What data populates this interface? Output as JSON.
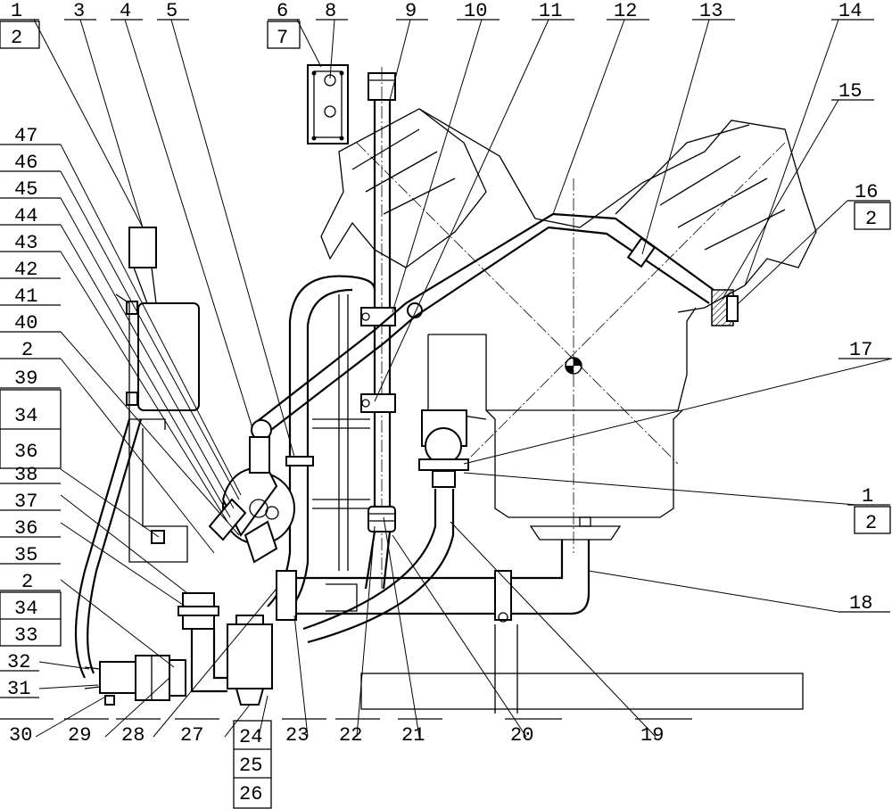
{
  "figure": {
    "callouts_top": [
      {
        "id": "c1",
        "text": "1"
      },
      {
        "id": "c2",
        "text": "2"
      },
      {
        "id": "c3",
        "text": "3"
      },
      {
        "id": "c4",
        "text": "4"
      },
      {
        "id": "c5",
        "text": "5"
      },
      {
        "id": "c6",
        "text": "6"
      },
      {
        "id": "c7",
        "text": "7"
      },
      {
        "id": "c8",
        "text": "8"
      },
      {
        "id": "c9",
        "text": "9"
      },
      {
        "id": "c10",
        "text": "10"
      },
      {
        "id": "c11",
        "text": "11"
      },
      {
        "id": "c12",
        "text": "12"
      },
      {
        "id": "c13",
        "text": "13"
      },
      {
        "id": "c14",
        "text": "14"
      },
      {
        "id": "c15",
        "text": "15"
      },
      {
        "id": "c16",
        "text": "16"
      },
      {
        "id": "c16b",
        "text": "2"
      }
    ],
    "callouts_left": [
      {
        "id": "c47",
        "text": "47"
      },
      {
        "id": "c46",
        "text": "46"
      },
      {
        "id": "c45",
        "text": "45"
      },
      {
        "id": "c44",
        "text": "44"
      },
      {
        "id": "c43",
        "text": "43"
      },
      {
        "id": "c42",
        "text": "42"
      },
      {
        "id": "c41",
        "text": "41"
      },
      {
        "id": "c40",
        "text": "40"
      },
      {
        "id": "c2a",
        "text": "2"
      },
      {
        "id": "c39",
        "text": "39"
      },
      {
        "id": "c34a",
        "text": "34"
      },
      {
        "id": "c36a",
        "text": "36"
      },
      {
        "id": "c38",
        "text": "38"
      },
      {
        "id": "c37",
        "text": "37"
      },
      {
        "id": "c36",
        "text": "36"
      },
      {
        "id": "c35",
        "text": "35"
      },
      {
        "id": "c2b",
        "text": "2"
      },
      {
        "id": "c34",
        "text": "34"
      },
      {
        "id": "c33",
        "text": "33"
      },
      {
        "id": "c32",
        "text": "32"
      },
      {
        "id": "c31",
        "text": "31"
      }
    ],
    "callouts_bottom": [
      {
        "id": "c30",
        "text": "30"
      },
      {
        "id": "c29",
        "text": "29"
      },
      {
        "id": "c28",
        "text": "28"
      },
      {
        "id": "c27",
        "text": "27"
      },
      {
        "id": "c24",
        "text": "24"
      },
      {
        "id": "c25",
        "text": "25"
      },
      {
        "id": "c26",
        "text": "26"
      },
      {
        "id": "c23",
        "text": "23"
      },
      {
        "id": "c22",
        "text": "22"
      },
      {
        "id": "c21",
        "text": "21"
      },
      {
        "id": "c20",
        "text": "20"
      },
      {
        "id": "c19",
        "text": "19"
      }
    ],
    "callouts_right": [
      {
        "id": "c17",
        "text": "17"
      },
      {
        "id": "c1r",
        "text": "1"
      },
      {
        "id": "c2r",
        "text": "2"
      },
      {
        "id": "c18",
        "text": "18"
      }
    ]
  }
}
